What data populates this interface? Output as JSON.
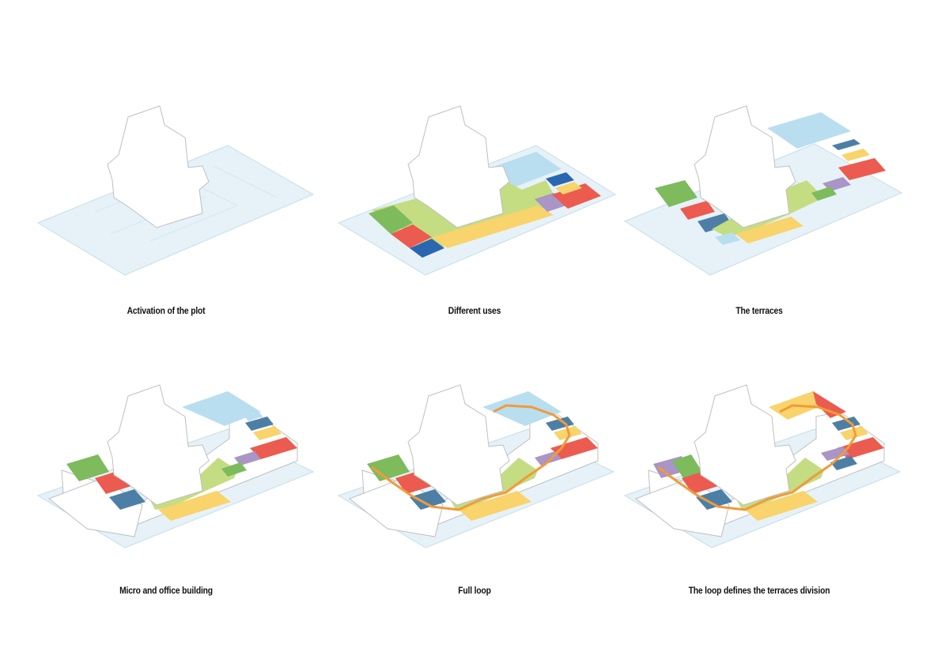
{
  "palette": {
    "plot": "#e6f2f8",
    "plot_stroke": "#c5dde8",
    "green_dark": "#7dbb5c",
    "green_light": "#c4dd82",
    "red": "#ec5b4f",
    "blue_dark": "#2b66b0",
    "blue_steel": "#4d7fa6",
    "sky": "#b9def0",
    "yellow": "#f9d36b",
    "purple": "#a995c6",
    "orange_loop": "#f29a3a",
    "outline": "#bfbfbf"
  },
  "diagrams": [
    {
      "caption": "Activation of the plot"
    },
    {
      "caption": "Different uses"
    },
    {
      "caption": "The terraces"
    },
    {
      "caption": "Micro and office building"
    },
    {
      "caption": "Full loop"
    },
    {
      "caption": "The loop defines the terraces division"
    }
  ]
}
